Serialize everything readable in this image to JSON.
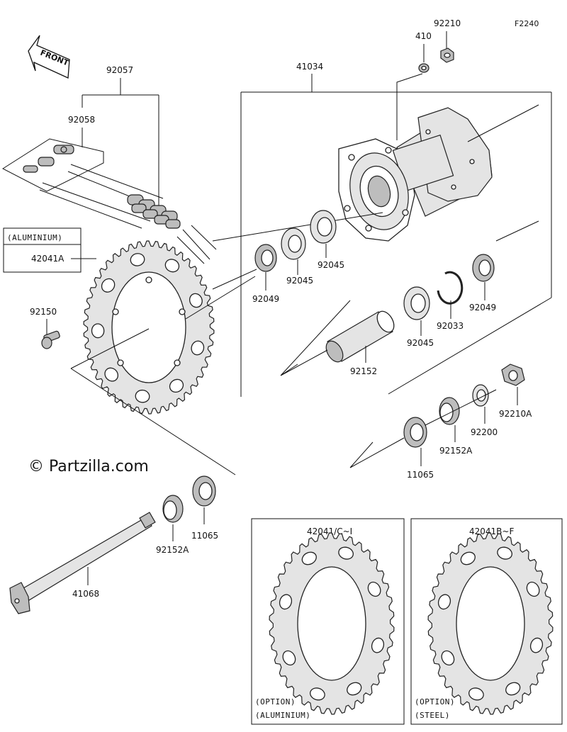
{
  "diagram": {
    "code": "F2240",
    "front_label": "FRONT",
    "watermark": "© Partzilla.com",
    "parts": {
      "p92057": "92057",
      "p92058": "92058",
      "p41034": "41034",
      "p410": "410",
      "p92210": "92210",
      "p42041A": "42041A",
      "aluminium_tag": "(ALUMINIUM)",
      "p92150": "92150",
      "p92049_a": "92049",
      "p92045_a": "92045",
      "p92045_b": "92045",
      "p92049_b": "92049",
      "p92033": "92033",
      "p92045_c": "92045",
      "p92152": "92152",
      "p92210A": "92210A",
      "p92200": "92200",
      "p92152A_a": "92152A",
      "p11065_a": "11065",
      "p11065_b": "11065",
      "p92152A_b": "92152A",
      "p41068": "41068"
    },
    "option_boxes": [
      {
        "part": "42041/C~I",
        "option": "(OPTION)",
        "material": "(ALUMINIUM)"
      },
      {
        "part": "42041B~F",
        "option": "(OPTION)",
        "material": "(STEEL)"
      }
    ]
  }
}
